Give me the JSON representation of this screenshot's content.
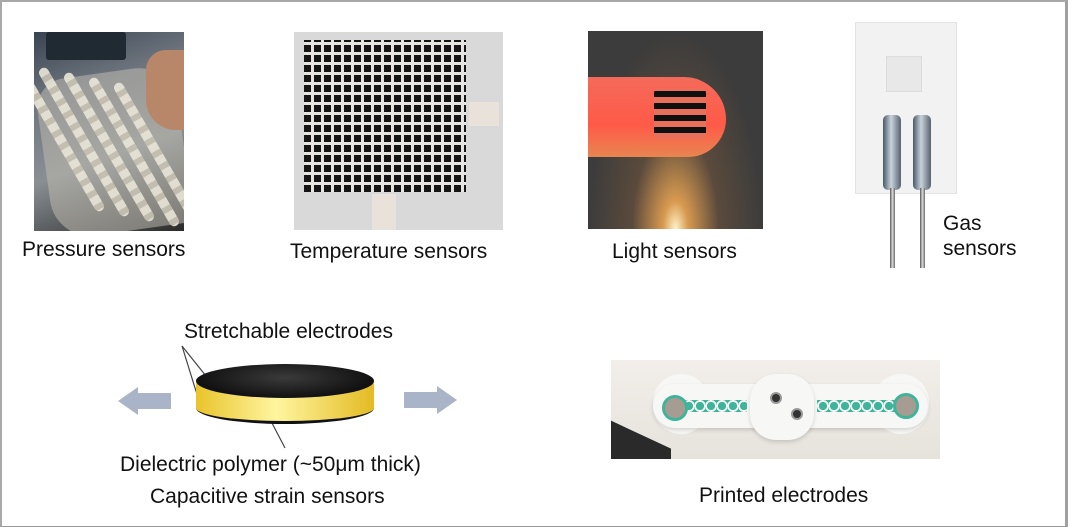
{
  "figure": {
    "top_row": [
      {
        "id": "pressure",
        "label": "Pressure sensors",
        "image": "photo of flexible pressure sensor array held in hand"
      },
      {
        "id": "temperature",
        "label": "Temperature sensors",
        "image": "photo of grid temperature sensor array"
      },
      {
        "id": "light",
        "label": "Light sensors",
        "image": "photo of light sensor on fingertip"
      },
      {
        "id": "gas",
        "label_line1": "Gas",
        "label_line2": "sensors",
        "image": "photo of gas sensor with two metal leads"
      }
    ],
    "capacitive": {
      "electrodes_label": "Stretchable electrodes",
      "dielectric_label": "Dielectric polymer (~50μm thick)",
      "caption": "Capacitive strain sensors",
      "arrow_color": "#a9b4c8",
      "electrode_color": "#111111",
      "dielectric_color": "#e9c42a"
    },
    "printed": {
      "caption": "Printed electrodes",
      "trace_color": "#3fb49a"
    }
  }
}
